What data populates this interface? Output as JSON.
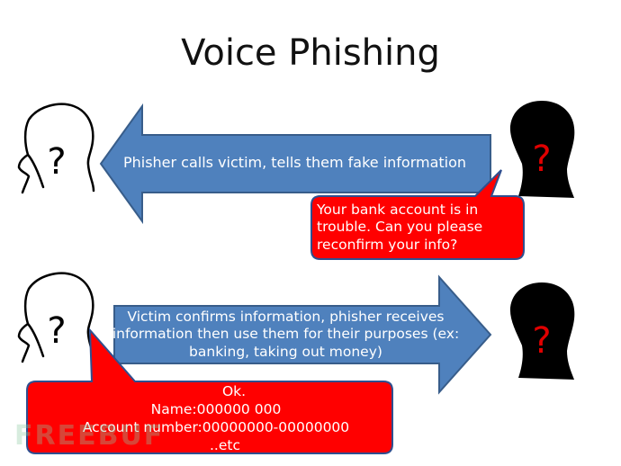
{
  "slide": {
    "title": "Voice Phishing"
  },
  "step1": {
    "arrow_text": "Phisher calls victim, tells them fake information",
    "bubble_text": "Your bank account is in trouble. Can you please reconfirm your info?"
  },
  "step2": {
    "arrow_text": "Victim confirms information, phisher receives information then use them for their purposes (ex: banking, taking out money)",
    "bubble_lines": [
      "Ok.",
      "Name:000000 000",
      "Account number:00000000-00000000",
      "..etc"
    ]
  },
  "figures": {
    "victim_mark": "?",
    "phisher_mark": "?"
  },
  "watermark": {
    "text": "FREEBUF"
  },
  "colors": {
    "arrow_fill": "#4F81BD",
    "arrow_stroke": "#385D8A",
    "bubble_fill": "#FF0000",
    "bubble_stroke": "#2F4F8F",
    "phisher_fill": "#000000",
    "phisher_mark": "#E00000",
    "victim_mark": "#000000"
  }
}
